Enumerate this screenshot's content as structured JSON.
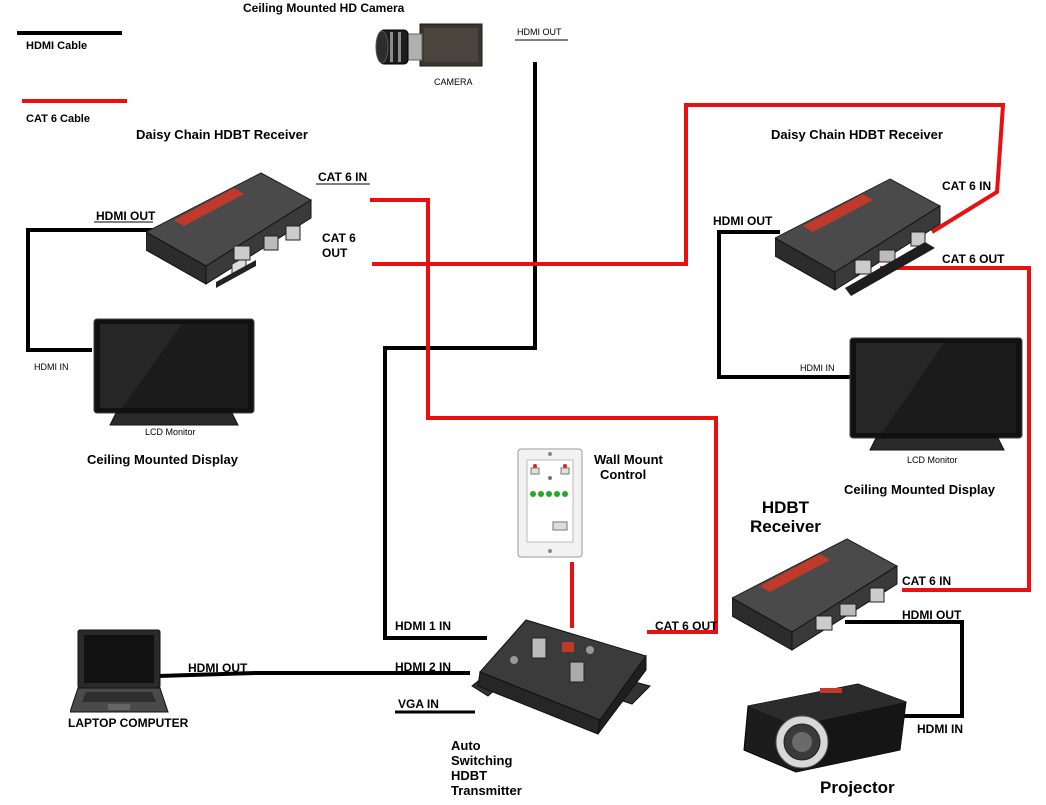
{
  "legend": {
    "hdmi_cable": "HDMI Cable",
    "cat6_cable": "CAT 6 Cable"
  },
  "colors": {
    "hdmi": "#000000",
    "cat6": "#e81010"
  },
  "camera": {
    "title": "Ceiling Mounted HD Camera",
    "label": "CAMERA",
    "hdmi_out": "HDMI OUT"
  },
  "left_receiver": {
    "title": "Daisy Chain HDBT Receiver",
    "hdmi_out": "HDMI OUT",
    "cat6_in": "CAT 6 IN",
    "cat6_out_line1": "CAT 6",
    "cat6_out_line2": "OUT"
  },
  "left_monitor": {
    "hdmi_in": "HDMI IN",
    "label": "LCD Monitor",
    "title": "Ceiling Mounted Display"
  },
  "right_receiver": {
    "title": "Daisy Chain HDBT Receiver",
    "cat6_in": "CAT 6 IN",
    "hdmi_out": "HDMI OUT",
    "cat6_out": "CAT 6 OUT"
  },
  "right_monitor": {
    "hdmi_in": "HDMI IN",
    "label": "LCD Monitor",
    "title": "Ceiling Mounted Display"
  },
  "wall_control": {
    "title_line1": "Wall Mount",
    "title_line2": "Control"
  },
  "transmitter": {
    "hdmi1_in": "HDMI 1 IN",
    "hdmi2_in": "HDMI 2 IN",
    "vga_in": "VGA IN",
    "cat6_out": "CAT 6 OUT",
    "title_line1": "Auto",
    "title_line2": "Switching",
    "title_line3": "HDBT",
    "title_line4": "Transmitter"
  },
  "laptop": {
    "hdmi_out": "HDMI OUT",
    "label": "LAPTOP COMPUTER"
  },
  "hdbt_receiver": {
    "title_line1": "HDBT",
    "title_line2": "Receiver",
    "cat6_in": "CAT 6 IN",
    "hdmi_out": "HDMI OUT"
  },
  "projector": {
    "hdmi_in": "HDMI IN",
    "label": "Projector"
  }
}
